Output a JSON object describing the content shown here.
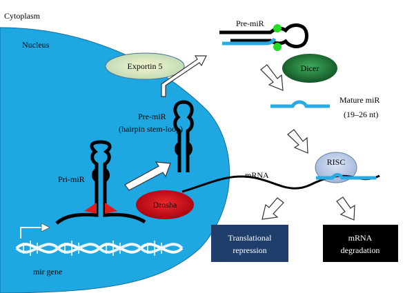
{
  "compartments": {
    "cytoplasm": "Cytoplasm",
    "nucleus": "Nucleus"
  },
  "labels": {
    "exportin": "Exportin 5",
    "dicer": "Dicer",
    "drosha": "Drosha",
    "risc": "RISC",
    "pre_mir_top": "Pre-miR",
    "pre_mir_nucleus": "Pre-miR",
    "hairpin": "(hairpin stem-loop)",
    "pri_mir": "Pri-miR",
    "mature_mir": "Mature miR",
    "mature_len": "(19–26 nt)",
    "mrna": "mRNA",
    "mir_gene": "mir gene"
  },
  "outcomes": {
    "translational_line1": "Translational",
    "translational_line2": "repression",
    "degradation_line1": "mRNA",
    "degradation_line2": "degradation"
  },
  "colors": {
    "nucleus": "#1ea7e1",
    "exportin": "#d9e6b0",
    "dicer": "#1f7a3a",
    "drosha": "#d0021b",
    "risc": "#b7c7e6",
    "translational_box": "#1f3e6b",
    "degradation_box": "#000000",
    "rna_blue": "#29abe2",
    "loop_green": "#22dd22",
    "drosha_cut": "#e01b1b"
  }
}
